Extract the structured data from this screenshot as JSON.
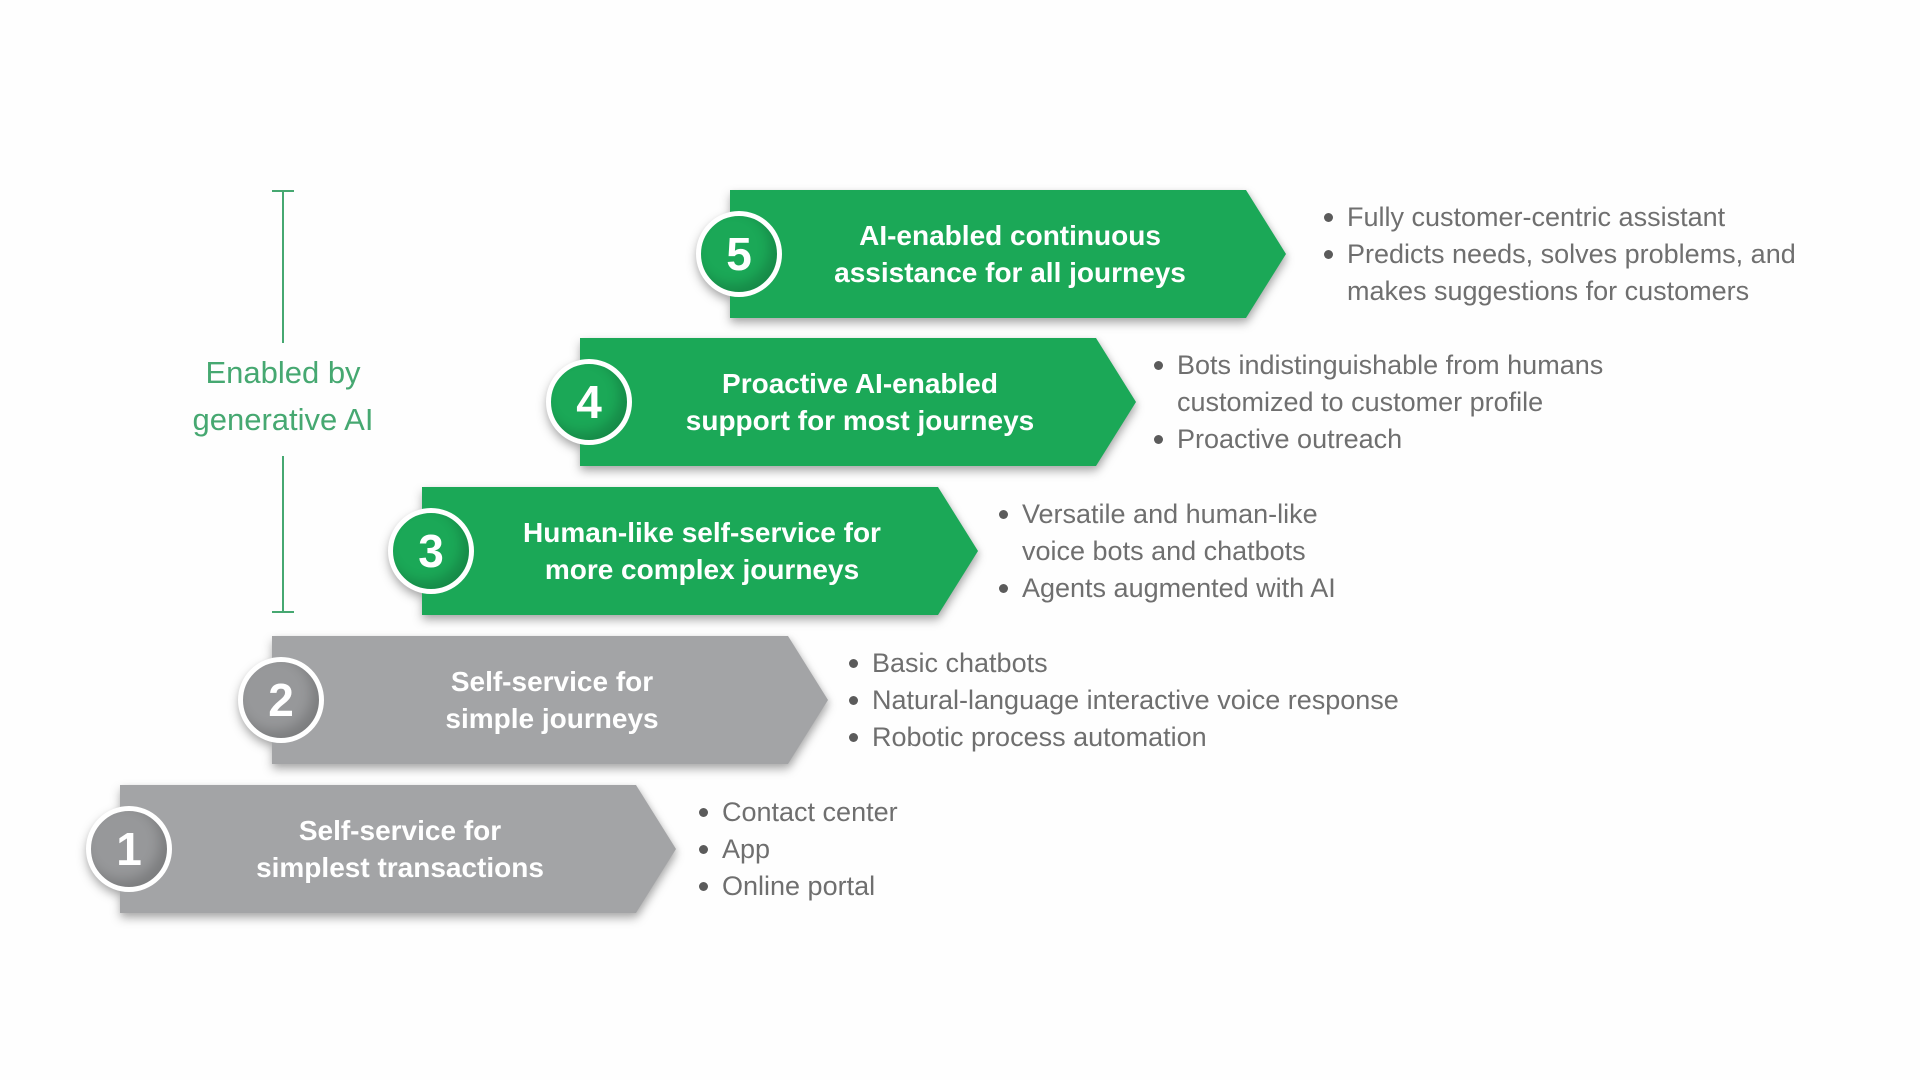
{
  "bracket": {
    "label": "Enabled by\ngenerative AI",
    "color": "#46a871",
    "covers_levels": [
      3,
      4,
      5
    ]
  },
  "colors": {
    "green_banner": "#1ba857",
    "gray_banner": "#a3a4a6",
    "gray_circle": "#97989a",
    "bullet_text": "#6f6f6f",
    "banner_text": "#ffffff"
  },
  "levels": [
    {
      "number": "5",
      "theme": "green",
      "title": "AI-enabled continuous\nassistance for all journeys",
      "bullets": [
        "Fully customer-centric assistant",
        "Predicts needs, solves problems, and makes suggestions for customers"
      ]
    },
    {
      "number": "4",
      "theme": "green",
      "title": "Proactive AI-enabled\nsupport for most journeys",
      "bullets": [
        "Bots indistinguishable from humans customized to customer profile",
        "Proactive outreach"
      ]
    },
    {
      "number": "3",
      "theme": "green",
      "title": "Human-like self-service for\nmore complex journeys",
      "bullets": [
        "Versatile and human-like voice bots and chatbots",
        "Agents augmented with AI"
      ]
    },
    {
      "number": "2",
      "theme": "gray",
      "title": "Self-service for\nsimple journeys",
      "bullets": [
        "Basic chatbots",
        "Natural-language interactive voice response",
        "Robotic process automation"
      ]
    },
    {
      "number": "1",
      "theme": "gray",
      "title": "Self-service for\nsimplest transactions",
      "bullets": [
        "Contact center",
        "App",
        "Online portal"
      ]
    }
  ]
}
